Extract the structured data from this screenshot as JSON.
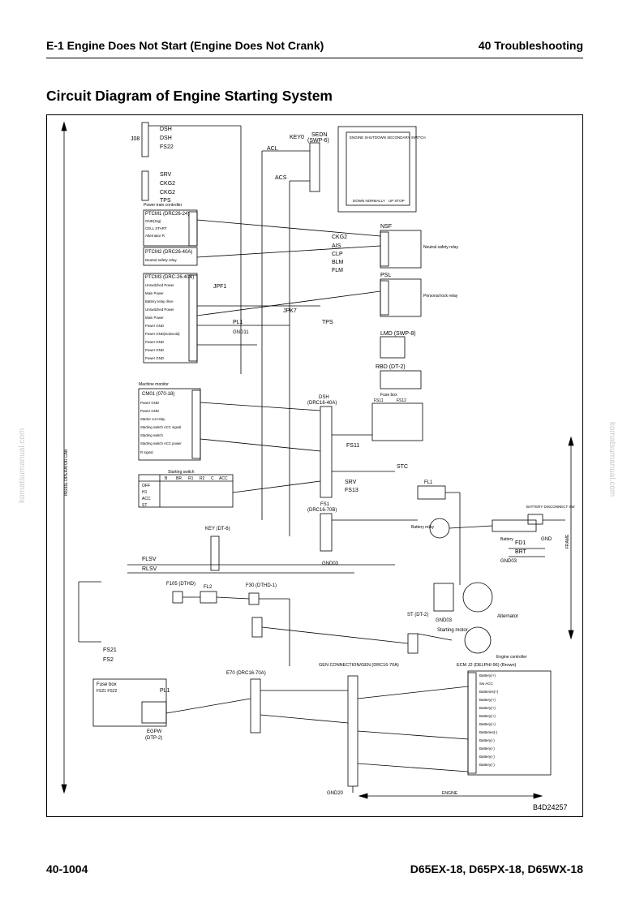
{
  "header": {
    "section_title": "E-1 Engine Does Not Start (Engine Does Not Crank)",
    "chapter": "40 Troubleshooting"
  },
  "page_title": "Circuit Diagram of Engine Starting System",
  "footer": {
    "page_number": "40-1004",
    "models": "D65EX-18, D65PX-18, D65WX-18"
  },
  "watermark": "komatsumanual.com",
  "diagram": {
    "drawing_code": "B4D24257",
    "cab_label": "INSIDE OPERATOR CAB",
    "frame_label": "FRAME",
    "engine_label": "ENGINE",
    "left_connector": {
      "name": "J08",
      "pins": [
        "DSH",
        "DSH",
        "FS22",
        "SRV",
        "CKG2",
        "CKG2",
        "TPS"
      ]
    },
    "ptcm1": {
      "title": "PTCM1 (DRC26-24)",
      "heading": "Power train controller",
      "rows": [
        "GND(Sig)",
        "CELL START",
        "Alternator R"
      ]
    },
    "ptcm2": {
      "title": "PTCM2 (DRC26-40A)",
      "rows": [
        "Neutral safety relay"
      ]
    },
    "ptcm3": {
      "title": "PTCM3 (DRC-26-40B)",
      "rows": [
        "Unswitched Power",
        "Main Power",
        "Battery relay drive",
        "Unswitched Power",
        "Main Power",
        "Power GND",
        "Power GND(Solenoid)",
        "Power GND",
        "Power GND",
        "Power GND"
      ]
    },
    "monitor": {
      "heading": "Machine monitor",
      "title": "CM01 (070-18)",
      "rows": [
        "Power GND",
        "Power GND",
        "Starter cut relay",
        "Starting switch ACC signal",
        "Starting switch",
        "Starting switch ACC power",
        "R signal"
      ]
    },
    "start_switch": {
      "heading": "Starting switch",
      "cols": [
        "B",
        "BR",
        "R1",
        "R2",
        "C",
        "ACC"
      ],
      "rows": [
        "OFF",
        "H1",
        "ACC",
        "ST"
      ]
    },
    "key_connector": "KEY (DT-6)",
    "sedn": {
      "name": "SEDN",
      "code": "(SWP-6)",
      "title": "ENGINE SHUTDOWN SECONDARY SWITCH",
      "labels": [
        "DOWN NORMALLY",
        "UP STOP"
      ]
    },
    "nsf": {
      "name": "NSF",
      "desc": "Neutral safety relay"
    },
    "psl": {
      "name": "PSL",
      "desc": "Personal lock relay"
    },
    "lmd": "LMD (SWP-8)",
    "rbd": "RBD (DT-2)",
    "dsh": {
      "name": "DSH",
      "code": "(DRC16-40A)"
    },
    "fusebox": {
      "title": "Fuse box",
      "fuses": [
        "FS11",
        "FS12"
      ]
    },
    "fs1": {
      "name": "FS1",
      "code": "(DRC16-70B)"
    },
    "fl1": "FL1",
    "battery_relay": "Battery relay",
    "battery_disconnect": "BATTERY DISCONNECT SW",
    "battery": "Battery",
    "alternator": "Alternator",
    "starting_motor": "Starting motor",
    "engine_controller": {
      "heading": "Engine controller",
      "title": "ECM J2 (DELPHI-96) (Brown)",
      "rows": [
        "Battery(+)",
        "Sw ACC",
        "Batteries(+)",
        "Battery(+)",
        "Battery(+)",
        "Battery(+)",
        "Battery(+)",
        "Batteries(-)",
        "Battery(-)",
        "Battery(-)",
        "Battery(-)",
        "Battery(-)"
      ]
    },
    "e70": "E70 (DRC16-70A)",
    "gen_connection": "GEN CONNECTION/GEN (DRC16-70A)",
    "small_fusebox": {
      "title": "Fuse box",
      "fuses": "FS21 FS22"
    },
    "egpw": {
      "name": "EGPW",
      "code": "(DTP-2)"
    },
    "f105": "F105 (DTHD)",
    "fl2": "FL2",
    "f30": "F30 (DTHD-1)",
    "st": "ST (DT-2)",
    "grounds": [
      "GND11",
      "GND03",
      "GND",
      "GND03",
      "GND20",
      "GND03"
    ],
    "signals": [
      "KEY0",
      "ACL",
      "ACS",
      "CKG2",
      "AIS",
      "CLP",
      "BLM",
      "FLM",
      "JPF1",
      "PL1",
      "JPK7",
      "TPS",
      "SRV",
      "FS11",
      "FS13",
      "STC",
      "FD1",
      "BRT",
      "FLSV",
      "RLSV",
      "FS21",
      "FS2",
      "PL1"
    ]
  }
}
